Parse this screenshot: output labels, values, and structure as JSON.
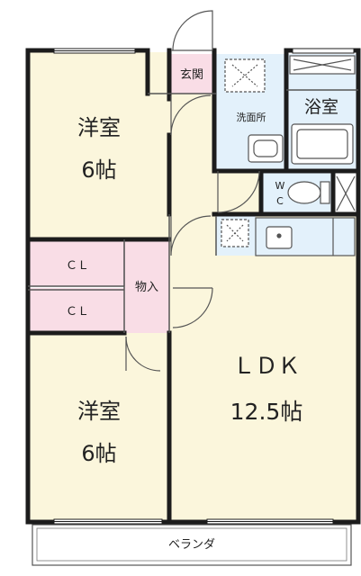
{
  "rooms": {
    "western_top": {
      "name": "洋室",
      "size": "6帖"
    },
    "western_bottom": {
      "name": "洋室",
      "size": "6帖"
    },
    "ldk": {
      "name": "ＬＤＫ",
      "size": "12.5帖"
    },
    "closet_1": {
      "name": "ＣＬ"
    },
    "closet_2": {
      "name": "ＣＬ"
    },
    "storage": {
      "name": "物入"
    },
    "entrance": {
      "name": "玄関"
    },
    "washroom": {
      "name": "洗面所"
    },
    "bathroom": {
      "name": "浴室"
    },
    "toilet": {
      "name_line1": "W",
      "name_line2": "C"
    },
    "balcony": {
      "name": "ベランダ"
    }
  },
  "colors": {
    "wall": "#1c1c1c",
    "room_floor": "#fbf6dc",
    "closet_floor": "#f9dde6",
    "wet_area_floor": "#e3f1fb",
    "line": "#555555"
  }
}
